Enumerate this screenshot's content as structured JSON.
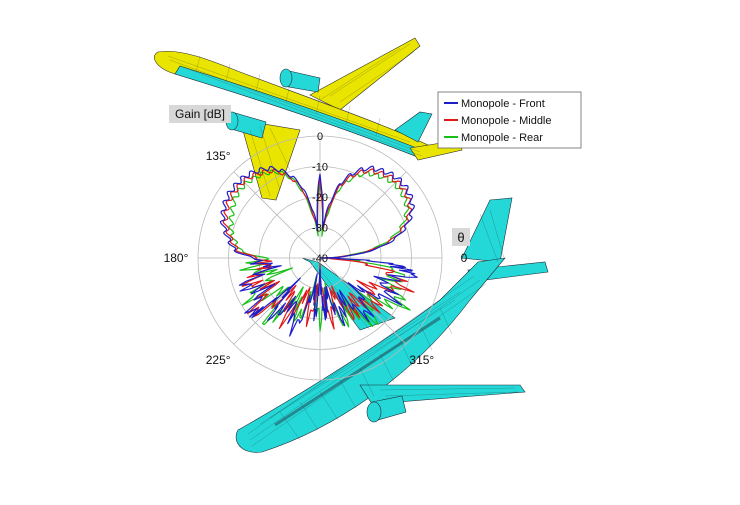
{
  "chart_data": {
    "type": "polar-line",
    "gain_label": "Gain [dB]",
    "theta_label": "θ",
    "r_ticks": [
      "0",
      "-10",
      "-20",
      "-30",
      "-40"
    ],
    "angle_ticks": [
      {
        "text": "0",
        "deg": 0
      },
      {
        "text": "135°",
        "deg": 135
      },
      {
        "text": "180°",
        "deg": 180
      },
      {
        "text": "225°",
        "deg": 225
      },
      {
        "text": "315°",
        "deg": 315
      }
    ],
    "r_range": [
      -40,
      0
    ],
    "legend_position": "top-right",
    "series": [
      {
        "name": "Monopole - Front",
        "color": "#1e1ec8"
      },
      {
        "name": "Monopole - Middle",
        "color": "#e01818"
      },
      {
        "name": "Monopole - Rear",
        "color": "#18c018"
      }
    ]
  },
  "series_points": {
    "front": [
      [
        0,
        -40
      ],
      [
        5,
        -29
      ],
      [
        10,
        -20
      ],
      [
        15,
        -14
      ],
      [
        20,
        -10
      ],
      [
        25,
        -7
      ],
      [
        30,
        -5
      ],
      [
        35,
        -4
      ],
      [
        40,
        -3.5
      ],
      [
        45,
        -3.5
      ],
      [
        50,
        -4
      ],
      [
        55,
        -5
      ],
      [
        60,
        -6
      ],
      [
        65,
        -8
      ],
      [
        70,
        -11
      ],
      [
        75,
        -15
      ],
      [
        80,
        -22
      ],
      [
        85,
        -30
      ],
      [
        90,
        -12
      ],
      [
        95,
        -30
      ],
      [
        100,
        -22
      ],
      [
        105,
        -15
      ],
      [
        110,
        -11
      ],
      [
        115,
        -8
      ],
      [
        120,
        -6
      ],
      [
        125,
        -5
      ],
      [
        130,
        -4
      ],
      [
        135,
        -3.5
      ],
      [
        140,
        -3.5
      ],
      [
        145,
        -3.5
      ],
      [
        150,
        -4
      ],
      [
        155,
        -5
      ],
      [
        160,
        -6
      ],
      [
        165,
        -8
      ],
      [
        170,
        -10
      ],
      [
        175,
        -12
      ],
      [
        180,
        -18
      ],
      [
        190,
        -25
      ],
      [
        200,
        -12
      ],
      [
        210,
        -20
      ],
      [
        220,
        -10
      ],
      [
        225,
        -28
      ],
      [
        230,
        -14
      ],
      [
        240,
        -24
      ],
      [
        250,
        -16
      ],
      [
        260,
        -30
      ],
      [
        265,
        -20
      ],
      [
        270,
        -36
      ],
      [
        275,
        -22
      ],
      [
        280,
        -30
      ],
      [
        290,
        -18
      ],
      [
        300,
        -26
      ],
      [
        310,
        -16
      ],
      [
        320,
        -24
      ],
      [
        330,
        -13
      ],
      [
        340,
        -20
      ],
      [
        350,
        -8
      ],
      [
        355,
        -14
      ],
      [
        360,
        -40
      ]
    ],
    "middle": [
      [
        0,
        -40
      ],
      [
        5,
        -30
      ],
      [
        10,
        -21
      ],
      [
        15,
        -15
      ],
      [
        20,
        -11
      ],
      [
        25,
        -8
      ],
      [
        30,
        -6
      ],
      [
        35,
        -5
      ],
      [
        40,
        -4.5
      ],
      [
        45,
        -4.5
      ],
      [
        50,
        -5
      ],
      [
        55,
        -6
      ],
      [
        60,
        -7
      ],
      [
        65,
        -9
      ],
      [
        70,
        -12
      ],
      [
        75,
        -16
      ],
      [
        80,
        -24
      ],
      [
        85,
        -31
      ],
      [
        90,
        -14
      ],
      [
        95,
        -31
      ],
      [
        100,
        -24
      ],
      [
        105,
        -16
      ],
      [
        110,
        -12
      ],
      [
        115,
        -9
      ],
      [
        120,
        -7
      ],
      [
        125,
        -6
      ],
      [
        130,
        -5
      ],
      [
        135,
        -4.5
      ],
      [
        140,
        -4.5
      ],
      [
        145,
        -4.5
      ],
      [
        150,
        -5
      ],
      [
        155,
        -6
      ],
      [
        160,
        -7
      ],
      [
        165,
        -9
      ],
      [
        170,
        -11
      ],
      [
        175,
        -13
      ],
      [
        180,
        -20
      ],
      [
        190,
        -24
      ],
      [
        200,
        -14
      ],
      [
        210,
        -22
      ],
      [
        220,
        -12
      ],
      [
        230,
        -26
      ],
      [
        240,
        -16
      ],
      [
        250,
        -30
      ],
      [
        260,
        -19
      ],
      [
        270,
        -34
      ],
      [
        280,
        -20
      ],
      [
        290,
        -28
      ],
      [
        300,
        -18
      ],
      [
        310,
        -24
      ],
      [
        320,
        -15
      ],
      [
        330,
        -22
      ],
      [
        340,
        -12
      ],
      [
        350,
        -18
      ],
      [
        360,
        -40
      ]
    ],
    "rear": [
      [
        0,
        -40
      ],
      [
        5,
        -31
      ],
      [
        10,
        -22
      ],
      [
        15,
        -16
      ],
      [
        20,
        -12
      ],
      [
        25,
        -9
      ],
      [
        30,
        -7
      ],
      [
        35,
        -6
      ],
      [
        40,
        -5.5
      ],
      [
        45,
        -5.5
      ],
      [
        50,
        -6
      ],
      [
        55,
        -7
      ],
      [
        60,
        -8
      ],
      [
        65,
        -10
      ],
      [
        70,
        -13
      ],
      [
        75,
        -17
      ],
      [
        80,
        -25
      ],
      [
        85,
        -32
      ],
      [
        90,
        -15
      ],
      [
        95,
        -32
      ],
      [
        100,
        -25
      ],
      [
        105,
        -17
      ],
      [
        110,
        -12
      ],
      [
        115,
        -9
      ],
      [
        120,
        -7.5
      ],
      [
        125,
        -6.5
      ],
      [
        130,
        -6
      ],
      [
        135,
        -5.5
      ],
      [
        140,
        -5.5
      ],
      [
        145,
        -6
      ],
      [
        150,
        -7
      ],
      [
        155,
        -8
      ],
      [
        160,
        -9
      ],
      [
        165,
        -10
      ],
      [
        170,
        -12
      ],
      [
        175,
        -14
      ],
      [
        180,
        -22
      ],
      [
        190,
        -16
      ],
      [
        200,
        -26
      ],
      [
        210,
        -14
      ],
      [
        220,
        -24
      ],
      [
        230,
        -12
      ],
      [
        240,
        -28
      ],
      [
        250,
        -18
      ],
      [
        260,
        -32
      ],
      [
        270,
        -20
      ],
      [
        280,
        -30
      ],
      [
        290,
        -16
      ],
      [
        300,
        -24
      ],
      [
        310,
        -12
      ],
      [
        320,
        -20
      ],
      [
        330,
        -10
      ],
      [
        340,
        -16
      ],
      [
        350,
        -12
      ],
      [
        360,
        -40
      ]
    ]
  }
}
